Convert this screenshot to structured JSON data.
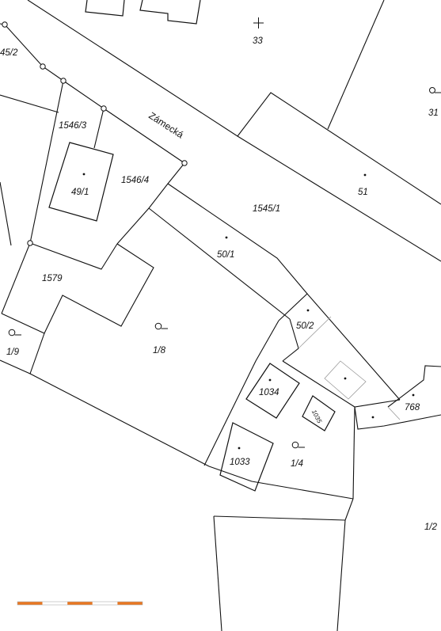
{
  "street_name": "Zámecká",
  "parcels": {
    "p45_2": "45/2",
    "p33": "33",
    "p31": "31",
    "p1546_3": "1546/3",
    "p1546_4": "1546/4",
    "p49_1": "49/1",
    "p51": "51",
    "p1545_1": "1545/1",
    "p50_1": "50/1",
    "p1579": "1579",
    "p1_9": "1/9",
    "p1_8": "1/8",
    "p50_2": "50/2",
    "p1034": "1034",
    "p1035": "1035",
    "p768": "768",
    "p1033": "1033",
    "p1_4": "1/4",
    "p1_2": "1/2"
  },
  "colors": {
    "line": "#111111",
    "scale_orange": "#e87722",
    "scale_white": "#ffffff"
  },
  "scale_bar": {
    "segments": [
      "orange",
      "white",
      "orange",
      "white",
      "orange"
    ]
  }
}
